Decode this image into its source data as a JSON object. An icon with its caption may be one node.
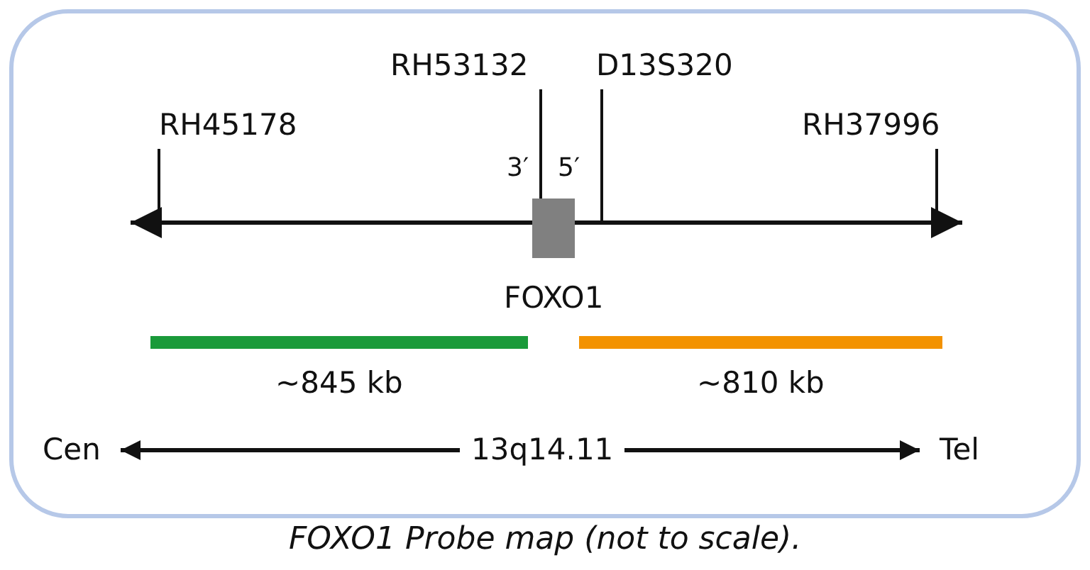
{
  "diagram": {
    "caption": "FOXO1 Probe map (not to scale).",
    "nodes": [
      {
        "text": [
          "RH45178"
        ]
      },
      {
        "text": [
          "RH53132"
        ]
      },
      {
        "text": [
          "D13S320"
        ]
      },
      {
        "text": [
          "RH37996"
        ]
      },
      {
        "text": [
          "FOXO1"
        ],
        "beside": [
          "3′",
          "5′"
        ]
      },
      {
        "text": [
          "~845 kb"
        ]
      },
      {
        "text": [
          "~810 kb"
        ]
      },
      {
        "text": [
          "Cen"
        ]
      },
      {
        "text": [
          "13q14.11"
        ]
      },
      {
        "text": [
          "Tel"
        ]
      }
    ],
    "edges": [
      {
        "from": 0,
        "to": null,
        "arrow": "none"
      },
      {
        "from": 1,
        "to": 4,
        "arrow": "none"
      },
      {
        "from": 2,
        "to": null,
        "arrow": "none"
      },
      {
        "from": 3,
        "to": null,
        "arrow": "none"
      },
      {
        "from": 8,
        "to": 7,
        "arrow": "to"
      },
      {
        "from": 8,
        "to": 9,
        "arrow": "to"
      }
    ]
  }
}
